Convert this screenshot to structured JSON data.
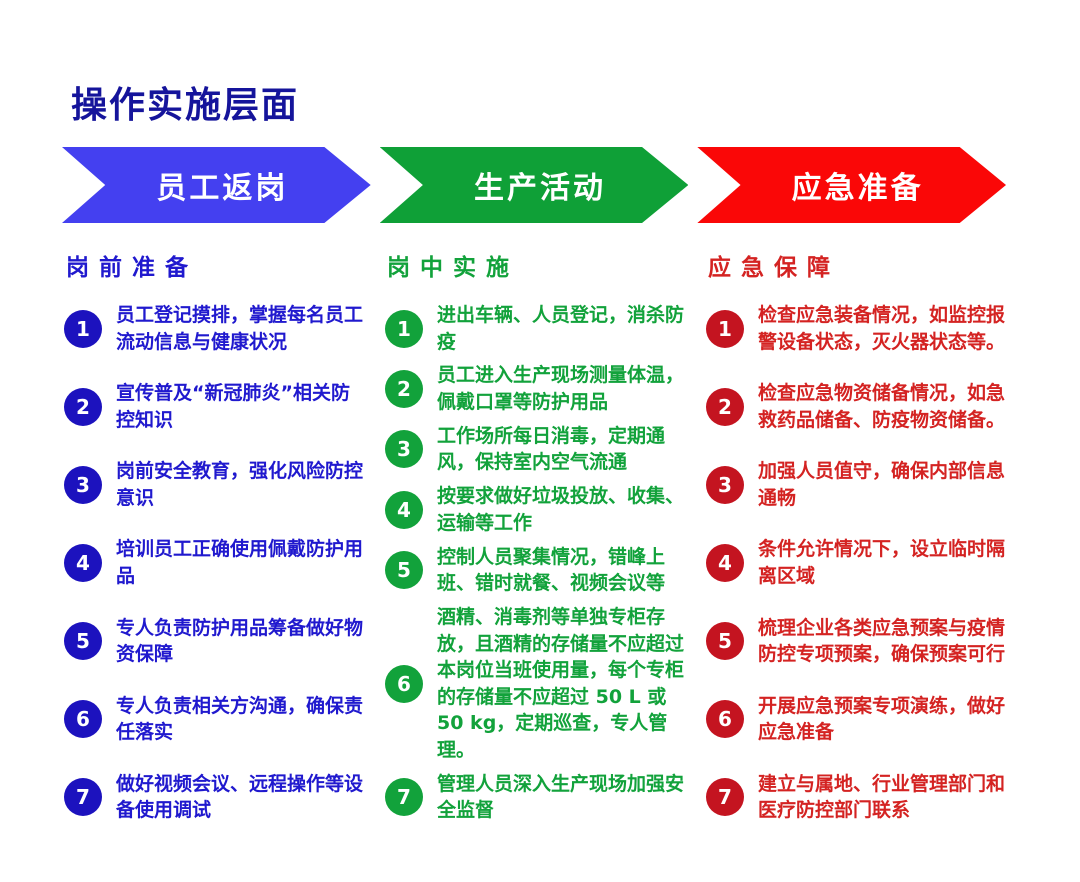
{
  "page": {
    "title": "操作实施层面"
  },
  "colors": {
    "title_text": "#15149B",
    "stage_blue": "#4440F0",
    "stage_green": "#0FA037",
    "stage_red": "#FA0707",
    "column_blue_text": "#2019CE",
    "column_green_text": "#12A23B",
    "column_red_text": "#D42322",
    "badge_blue": "#1C12BE",
    "badge_green": "#12A23B",
    "badge_red": "#C41420"
  },
  "stages": [
    {
      "label": "员工返岗",
      "color": "#4440F0"
    },
    {
      "label": "生产活动",
      "color": "#0FA037"
    },
    {
      "label": "应急准备",
      "color": "#FA0707"
    }
  ],
  "columns": [
    {
      "header": "岗前准备",
      "items": [
        {
          "num": "1",
          "text": "员工登记摸排，掌握每名员工流动信息与健康状况"
        },
        {
          "num": "2",
          "text": "宣传普及“新冠肺炎”相关防控知识"
        },
        {
          "num": "3",
          "text": "岗前安全教育，强化风险防控意识"
        },
        {
          "num": "4",
          "text": "培训员工正确使用佩戴防护用品"
        },
        {
          "num": "5",
          "text": "专人负责防护用品筹备做好物资保障"
        },
        {
          "num": "6",
          "text": "专人负责相关方沟通，确保责任落实"
        },
        {
          "num": "7",
          "text": "做好视频会议、远程操作等设备使用调试"
        }
      ]
    },
    {
      "header": "岗中实施",
      "items": [
        {
          "num": "1",
          "text": "进出车辆、人员登记，消杀防疫"
        },
        {
          "num": "2",
          "text": "员工进入生产现场测量体温，佩戴口罩等防护用品"
        },
        {
          "num": "3",
          "text": "工作场所每日消毒，定期通风，保持室内空气流通"
        },
        {
          "num": "4",
          "text": "按要求做好垃圾投放、收集、运输等工作"
        },
        {
          "num": "5",
          "text": "控制人员聚集情况，错峰上班、错时就餐、视频会议等"
        },
        {
          "num": "6",
          "text": "酒精、消毒剂等单独专柜存放，且酒精的存储量不应超过本岗位当班使用量，每个专柜的存储量不应超过 50 L 或 50 kg，定期巡查，专人管理。"
        },
        {
          "num": "7",
          "text": "管理人员深入生产现场加强安全监督"
        }
      ]
    },
    {
      "header": "应急保障",
      "items": [
        {
          "num": "1",
          "text": "检查应急装备情况，如监控报警设备状态，灭火器状态等。"
        },
        {
          "num": "2",
          "text": "检查应急物资储备情况，如急救药品储备、防疫物资储备。"
        },
        {
          "num": "3",
          "text": "加强人员值守，确保内部信息通畅"
        },
        {
          "num": "4",
          "text": "条件允许情况下，设立临时隔离区域"
        },
        {
          "num": "5",
          "text": "梳理企业各类应急预案与疫情防控专项预案，确保预案可行"
        },
        {
          "num": "6",
          "text": "开展应急预案专项演练，做好应急准备"
        },
        {
          "num": "7",
          "text": "建立与属地、行业管理部门和医疗防控部门联系"
        }
      ]
    }
  ]
}
